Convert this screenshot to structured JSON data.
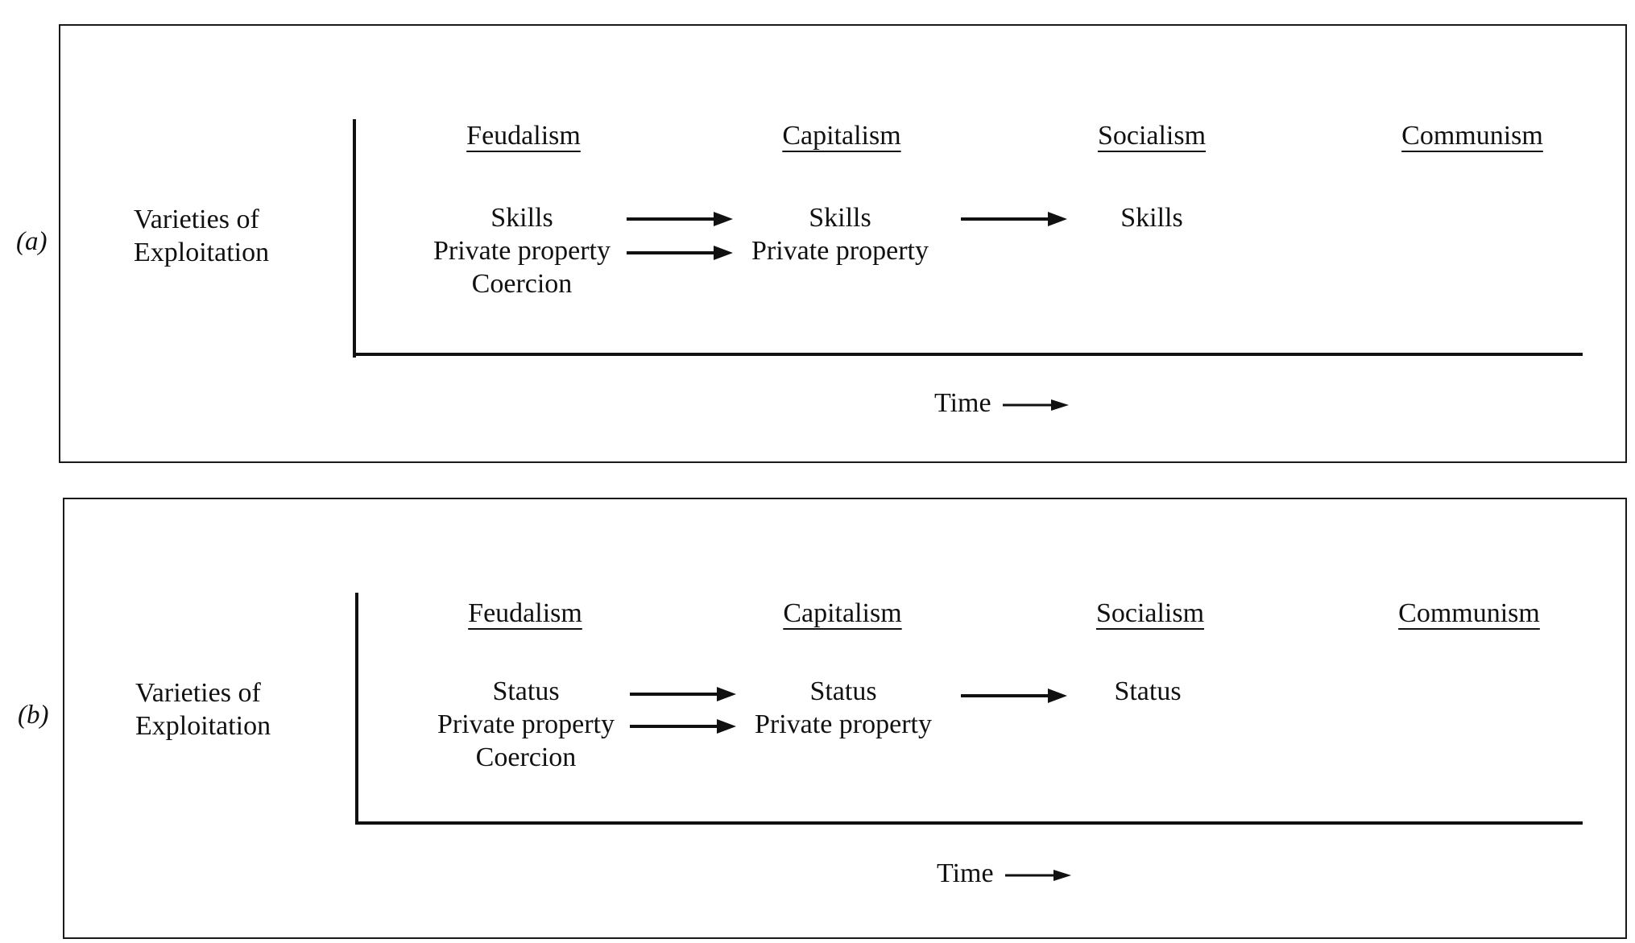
{
  "panels": [
    {
      "label": "(a)",
      "y_label_line1": "Varieties of",
      "y_label_line2": "Exploitation",
      "stages": [
        "Feudalism",
        "Capitalism",
        "Socialism",
        "Communism"
      ],
      "feudalism_items": [
        "Skills",
        "Private property",
        "Coercion"
      ],
      "capitalism_items": [
        "Skills",
        "Private property"
      ],
      "socialism_items": [
        "Skills"
      ],
      "time_label": "Time"
    },
    {
      "label": "(b)",
      "y_label_line1": "Varieties of",
      "y_label_line2": "Exploitation",
      "stages": [
        "Feudalism",
        "Capitalism",
        "Socialism",
        "Communism"
      ],
      "feudalism_items": [
        "Status",
        "Private property",
        "Coercion"
      ],
      "capitalism_items": [
        "Status",
        "Private property"
      ],
      "socialism_items": [
        "Status"
      ],
      "time_label": "Time"
    }
  ]
}
